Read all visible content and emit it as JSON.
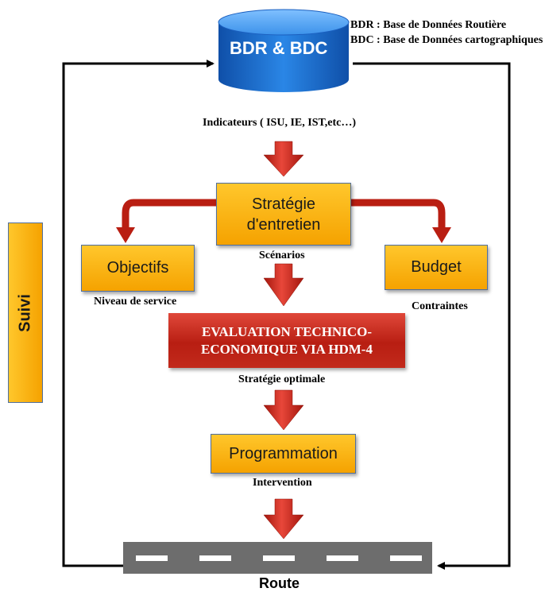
{
  "database": {
    "label": "BDR & BDC"
  },
  "legend": {
    "line1": "BDR : Base de Données Routière",
    "line2": "BDC : Base de Données cartographiques"
  },
  "notes": {
    "indicators": "Indicateurs ( ISU, IE, IST,etc…)",
    "scenarios": "Scénarios",
    "service_level": "Niveau de service",
    "constraints": "Contraintes",
    "optimal": "Stratégie optimale",
    "intervention": "Intervention"
  },
  "boxes": {
    "strategy_line1": "Stratégie",
    "strategy_line2": "d'entretien",
    "objectives": "Objectifs",
    "budget": "Budget",
    "evaluation_line1": "EVALUATION TECHNICO-",
    "evaluation_line2": "ECONOMIQUE VIA HDM-4",
    "programming": "Programmation",
    "suivi": "Suivi"
  },
  "road": {
    "label": "Route"
  },
  "colors": {
    "orange_box": "#f9b514",
    "red_box": "#c0281a",
    "db_blue": "#1f6fd0",
    "arrow_red": "#c8261b"
  }
}
